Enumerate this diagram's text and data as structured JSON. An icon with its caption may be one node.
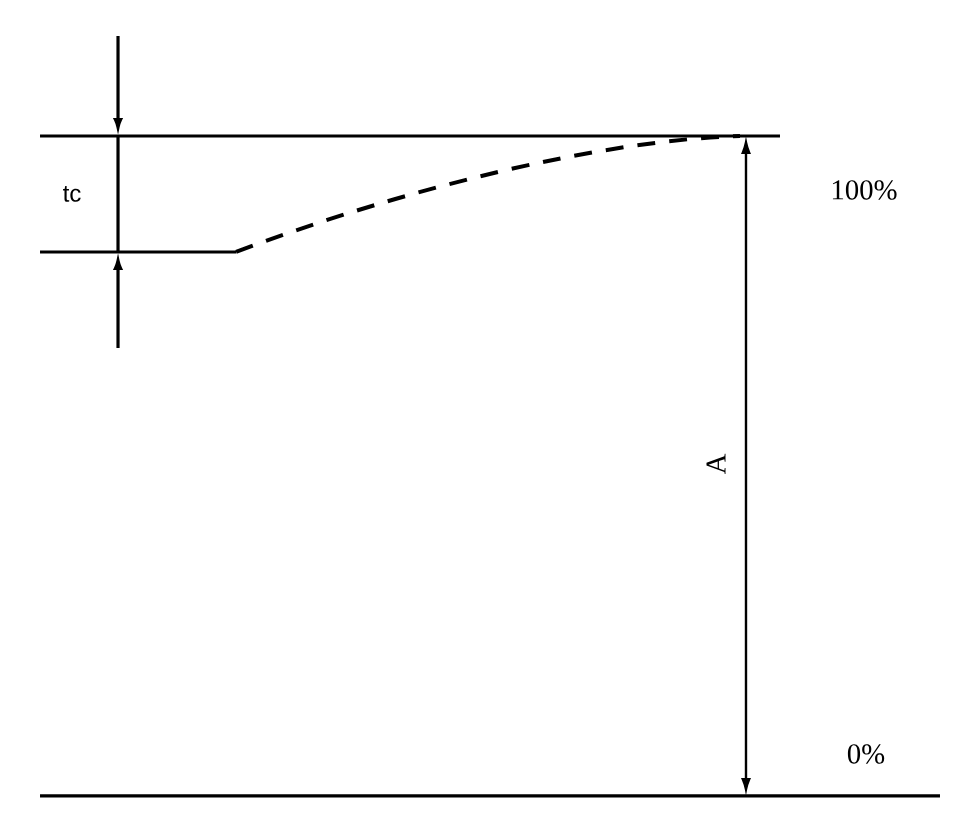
{
  "diagram": {
    "labels": [
      "tc",
      "100%",
      "A",
      "0%"
    ]
  }
}
